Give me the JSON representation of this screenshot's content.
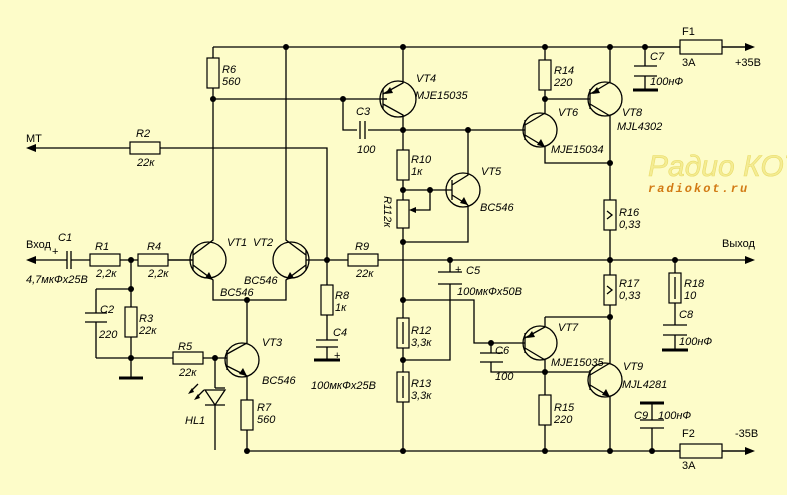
{
  "schematic": {
    "terminals": {
      "input": "Вход",
      "output": "Выход",
      "mt": "МТ",
      "vplus": "+35В",
      "vminus": "-35В"
    },
    "components": {
      "C1": {
        "ref": "C1",
        "value": "4,7мкФх25В",
        "polarity": "+"
      },
      "C2": {
        "ref": "C2",
        "value": "220"
      },
      "C3": {
        "ref": "C3",
        "value": "100"
      },
      "C4": {
        "ref": "C4",
        "value": "100мкФх25В",
        "polarity": "+"
      },
      "C5": {
        "ref": "C5",
        "value": "100мкФх50В",
        "polarity": "+"
      },
      "C6": {
        "ref": "C6",
        "value": "100"
      },
      "C7": {
        "ref": "C7",
        "value": "100нФ"
      },
      "C8": {
        "ref": "C8",
        "value": "100нФ"
      },
      "C9": {
        "ref": "C9",
        "value": "100нФ"
      },
      "R1": {
        "ref": "R1",
        "value": "2,2к"
      },
      "R2": {
        "ref": "R2",
        "value": "22к"
      },
      "R3": {
        "ref": "R3",
        "value": "22к"
      },
      "R4": {
        "ref": "R4",
        "value": "2,2к"
      },
      "R5": {
        "ref": "R5",
        "value": "22к"
      },
      "R6": {
        "ref": "R6",
        "value": "560"
      },
      "R7": {
        "ref": "R7",
        "value": "560"
      },
      "R8": {
        "ref": "R8",
        "value": "1к"
      },
      "R9": {
        "ref": "R9",
        "value": "22к"
      },
      "R10": {
        "ref": "R10",
        "value": "1к"
      },
      "R11": {
        "ref": "R11",
        "value": "2к"
      },
      "R12": {
        "ref": "R12",
        "value": "3,3к"
      },
      "R13": {
        "ref": "R13",
        "value": "3,3к"
      },
      "R14": {
        "ref": "R14",
        "value": "220"
      },
      "R15": {
        "ref": "R15",
        "value": "220"
      },
      "R16": {
        "ref": "R16",
        "value": "0,33"
      },
      "R17": {
        "ref": "R17",
        "value": "0,33"
      },
      "R18": {
        "ref": "R18",
        "value": "10"
      },
      "VT1": {
        "ref": "VT1",
        "value": "BC546"
      },
      "VT2": {
        "ref": "VT2",
        "value": "BC546"
      },
      "VT3": {
        "ref": "VT3",
        "value": "BC546"
      },
      "VT4": {
        "ref": "VT4",
        "value": "MJE15035"
      },
      "VT5": {
        "ref": "VT5",
        "value": "BC546"
      },
      "VT6": {
        "ref": "VT6",
        "value": "MJE15034"
      },
      "VT7": {
        "ref": "VT7",
        "value": "MJE15035"
      },
      "VT8": {
        "ref": "VT8",
        "value": "MJL4302"
      },
      "VT9": {
        "ref": "VT9",
        "value": "MJL4281"
      },
      "HL1": {
        "ref": "HL1"
      },
      "F1": {
        "ref": "F1",
        "value": "3А"
      },
      "F2": {
        "ref": "F2",
        "value": "3А"
      }
    }
  },
  "watermark": {
    "title": "Радио КОТ",
    "url": "radiokot.ru"
  }
}
